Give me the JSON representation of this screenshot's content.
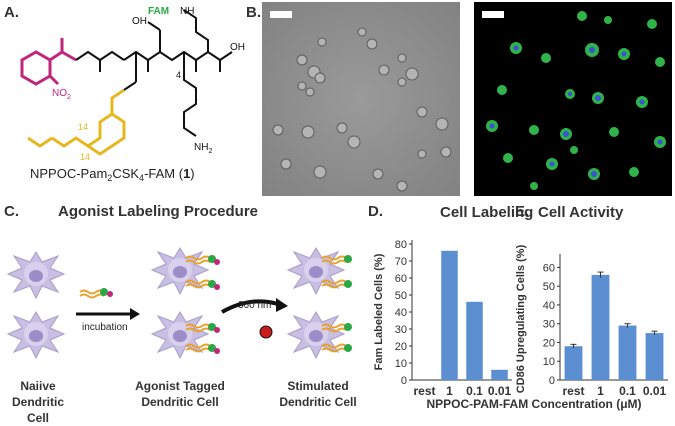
{
  "panel_labels": {
    "a": "A.",
    "b": "B.",
    "c": "C.",
    "d": "D.",
    "e": "E."
  },
  "structure": {
    "fam": "FAM",
    "nh": "NH",
    "no2": "NO",
    "no2_sub": "2",
    "oh_side": "OH",
    "oh_end": "OH",
    "nh2": "NH",
    "nh2_sub": "2",
    "n14a": "14",
    "n14b": "14",
    "n4": "4",
    "caption_prefix": "NPPOC-Pam",
    "caption_sub": "2",
    "caption_mid": "CSK",
    "caption_sub2": "4",
    "caption_suffix": "-FAM (",
    "caption_num": "1",
    "caption_end": ")"
  },
  "procedure": {
    "title": "Agonist Labeling Procedure",
    "step1": "incubation",
    "step2": "360 nm",
    "cap1_l1": "Naiive",
    "cap1_l2": "Dendritic Cell",
    "cap2_l1": "Agonist Tagged",
    "cap2_l2": "Dendritic Cell",
    "cap3_l1": "Stimulated",
    "cap3_l2": "Dendritic Cell"
  },
  "shared_xlabel": "NPPOC-PAM-FAM Concentration (μM)",
  "colors": {
    "bar": "#5b8fd2",
    "green": "#2aa845",
    "magenta": "#c0267c",
    "orange": "#e8a22c",
    "yellow": "#e6b81f",
    "cell": "#c9bfe2",
    "nucleus": "#9c8cc8"
  },
  "chart_data": [
    {
      "type": "bar",
      "title": "Cell Labeling",
      "ylabel": "Fam Labeled Cells (%)",
      "categories": [
        "rest",
        "1",
        "0.1",
        "0.01"
      ],
      "values": [
        0,
        76,
        46,
        6
      ],
      "ylim": [
        0,
        80
      ],
      "yticks": [
        0,
        10,
        20,
        30,
        40,
        50,
        60,
        70,
        80
      ],
      "error_bars": false
    },
    {
      "type": "bar",
      "title": "Cell Activity",
      "ylabel": "CD86 Upregulating Cells (%)",
      "categories": [
        "rest",
        "1",
        "0.1",
        "0.01"
      ],
      "values": [
        18,
        56,
        29,
        25
      ],
      "errors": [
        1,
        1.5,
        1,
        1
      ],
      "ylim": [
        0,
        65
      ],
      "yticks": [
        0,
        10,
        20,
        30,
        40,
        50,
        60
      ],
      "error_bars": true
    }
  ]
}
